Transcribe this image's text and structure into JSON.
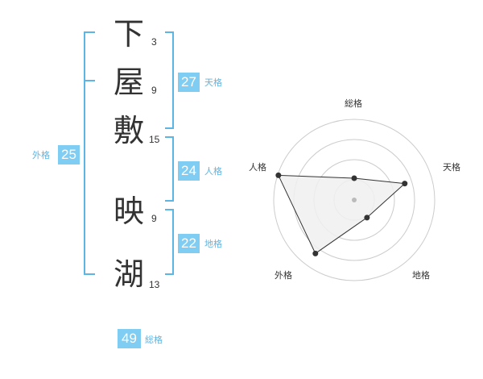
{
  "name": {
    "characters": [
      {
        "char": "下",
        "strokes": "3"
      },
      {
        "char": "屋",
        "strokes": "9"
      },
      {
        "char": "敷",
        "strokes": "15"
      },
      {
        "char": "映",
        "strokes": "9"
      },
      {
        "char": "湖",
        "strokes": "13"
      }
    ]
  },
  "fortune": {
    "tenkaku": {
      "value": "27",
      "label": "天格"
    },
    "jinkaku": {
      "value": "24",
      "label": "人格"
    },
    "chikaku": {
      "value": "22",
      "label": "地格"
    },
    "gaikaku": {
      "value": "25",
      "label": "外格"
    },
    "soukaku": {
      "value": "49",
      "label": "総格"
    }
  },
  "radar": {
    "labels": {
      "soukaku": "総格",
      "tenkaku": "天格",
      "chikaku": "地格",
      "gaikaku": "外格",
      "jinkaku": "人格"
    },
    "levels": 4,
    "values": {
      "soukaku": 0.27,
      "tenkaku": 0.66,
      "chikaku": 0.27,
      "gaikaku": 0.82,
      "jinkaku": 0.99
    },
    "colors": {
      "ring": "#cccccc",
      "fill": "#f0f0f0",
      "line": "#333333",
      "center": "#bbbbbb"
    }
  },
  "colors": {
    "accent": "#7fcdf2",
    "bracket": "#5bb6e6"
  }
}
